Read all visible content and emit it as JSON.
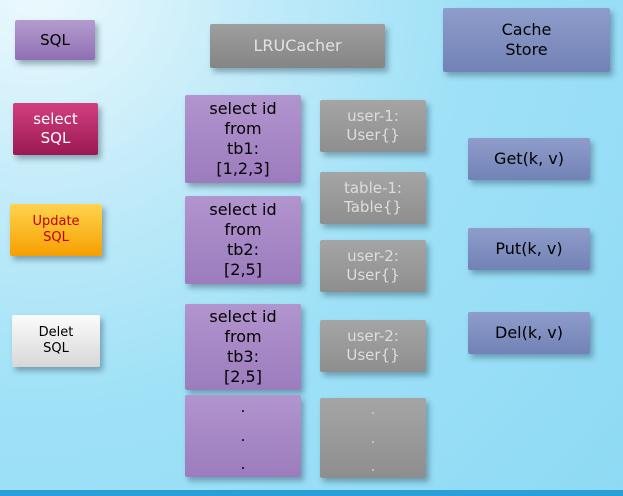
{
  "palette": {
    "background_blue": "#8edaf4",
    "purple_box": "#a888c6",
    "magenta_box": "#c22c68",
    "orange_box": "#fbb926",
    "white_box": "#e9e9e9",
    "gray_box": "#999999",
    "slate_blue_box": "#8091c1",
    "update_text": "#c00000",
    "bottom_bar": "#2ba0d8"
  },
  "sql_sources": {
    "title": {
      "label": "SQL"
    },
    "select": {
      "label": "select\nSQL"
    },
    "update": {
      "label": "Update\nSQL"
    },
    "delete": {
      "label": "Delet\nSQL"
    }
  },
  "lru_cacher": {
    "title": "LRUCacher",
    "queries": [
      {
        "label": "select id\nfrom\ntb1:\n[1,2,3]"
      },
      {
        "label": "select id\nfrom\ntb2:\n[2,5]"
      },
      {
        "label": "select id\nfrom\ntb3:\n[2,5]"
      },
      {
        "label": ".\n.\n."
      }
    ],
    "results": [
      {
        "label": "user-1:\nUser{}"
      },
      {
        "label": "table-1:\nTable{}"
      },
      {
        "label": "user-2:\nUser{}"
      },
      {
        "label": "user-2:\nUser{}"
      },
      {
        "label": ".\n.\n."
      }
    ]
  },
  "cache_store": {
    "title": "Cache\nStore",
    "operations": [
      {
        "label": "Get(k, v)"
      },
      {
        "label": "Put(k, v)"
      },
      {
        "label": "Del(k, v)"
      }
    ]
  }
}
